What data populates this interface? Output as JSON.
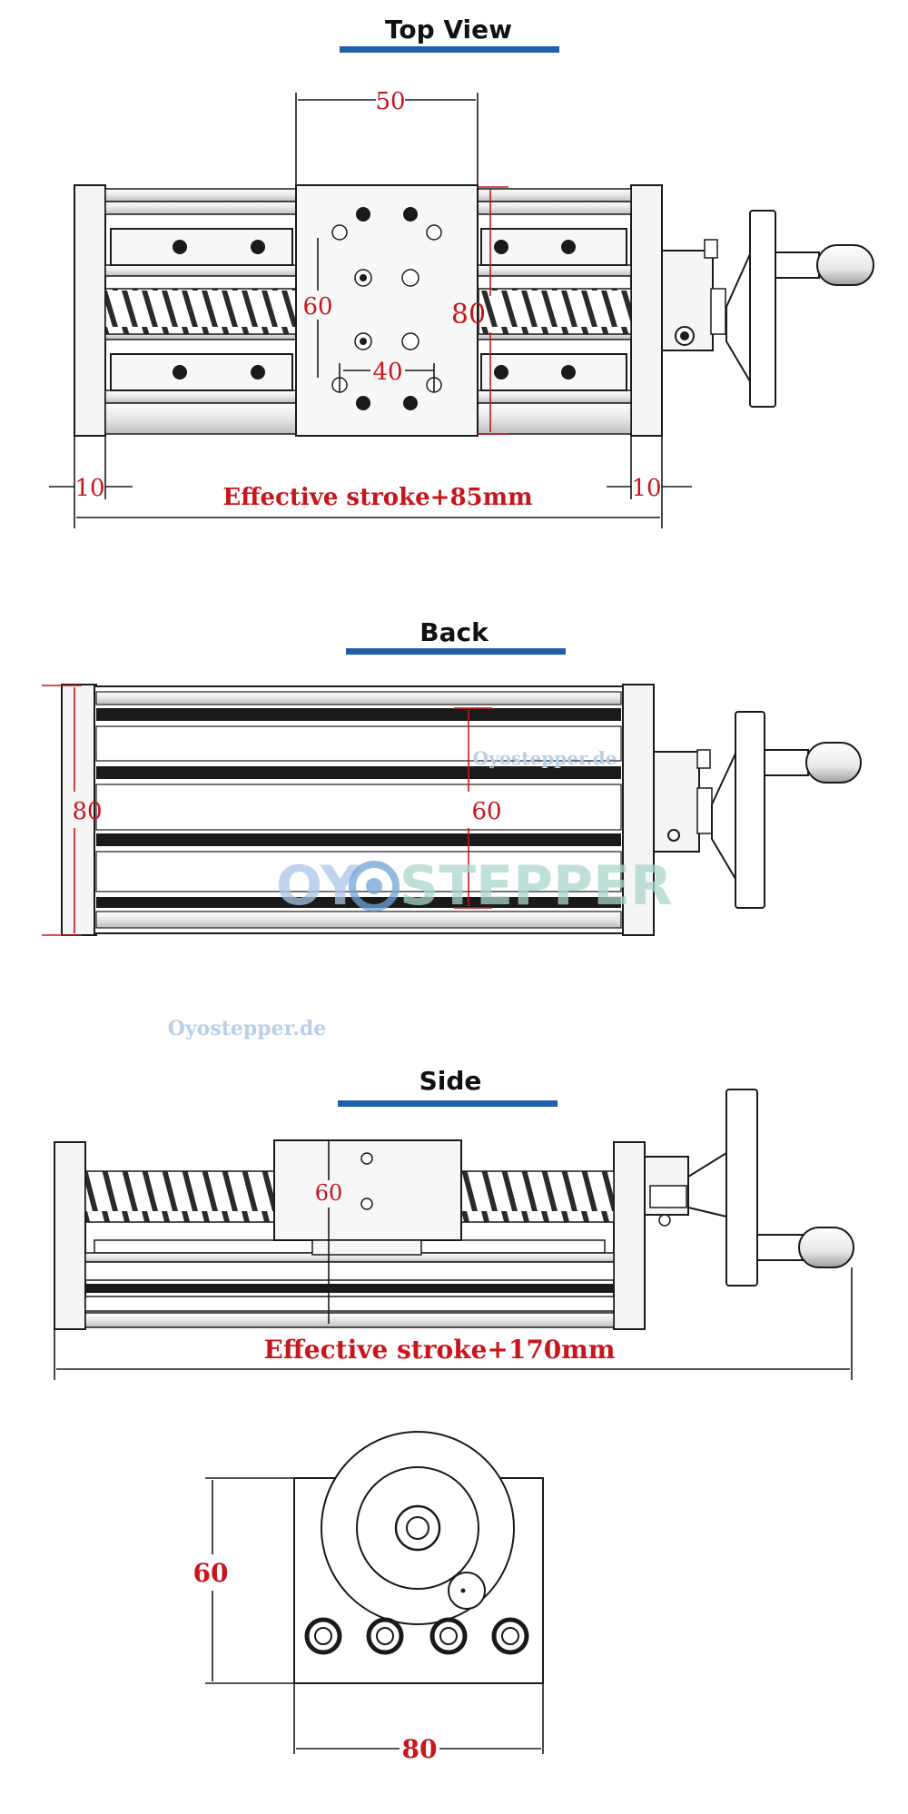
{
  "sections": {
    "top_view": {
      "title": "Top View"
    },
    "back": {
      "title": "Back"
    },
    "side": {
      "title": "Side"
    }
  },
  "dimensions": {
    "top_view": {
      "width_50": "50",
      "height_60": "60",
      "height_80": "80",
      "spacing_40": "40",
      "left_10": "10",
      "right_10": "10",
      "overall": "Effective stroke+85mm"
    },
    "back": {
      "height_80": "80",
      "height_60": "60"
    },
    "side": {
      "height_60": "60",
      "overall": "Effective stroke+170mm"
    },
    "end_view": {
      "height_60": "60",
      "width_80": "80"
    }
  },
  "watermarks": {
    "small_1": "Oyostepper.de",
    "small_2": "Oyostepper.de",
    "big_left": "OY",
    "big_right": "STEPPER"
  },
  "colors": {
    "accent_bar": "#1f5fa8",
    "dimension": "#c8161d",
    "line": "#1a1a1a",
    "metal_light": "#f2f2f2",
    "metal_mid": "#d9d9d9",
    "watermark": "#9fc0e0"
  }
}
